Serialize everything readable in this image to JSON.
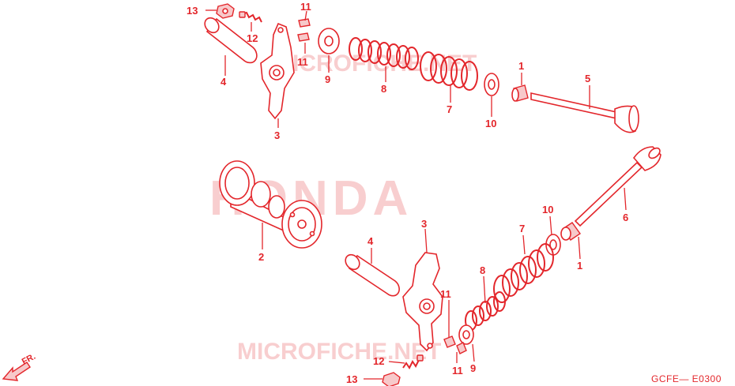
{
  "watermark": {
    "brand": "HONDA",
    "site_top": "MICROFICHE.NET",
    "site_bottom": "MICROFICHE.NET"
  },
  "diagram_code": "GCFE— E0300",
  "direction_label": "FR.",
  "accent_color": "#e3262b",
  "callouts": {
    "c13_top": "13",
    "c12_top": "12",
    "c11_top_a": "11",
    "c11_top_b": "11",
    "c9_top": "9",
    "c4_top": "4",
    "c3_top": "3",
    "c8_top": "8",
    "c7_top": "7",
    "c10_top": "10",
    "c1_top": "1",
    "c5": "5",
    "c2": "2",
    "c6": "6",
    "c10_bot": "10",
    "c1_bot": "1",
    "c7_bot": "7",
    "c4_bot": "4",
    "c3_bot": "3",
    "c8_bot": "8",
    "c11_bot_a": "11",
    "c11_bot_b": "11",
    "c9_bot": "9",
    "c12_bot": "12",
    "c13_bot": "13"
  }
}
